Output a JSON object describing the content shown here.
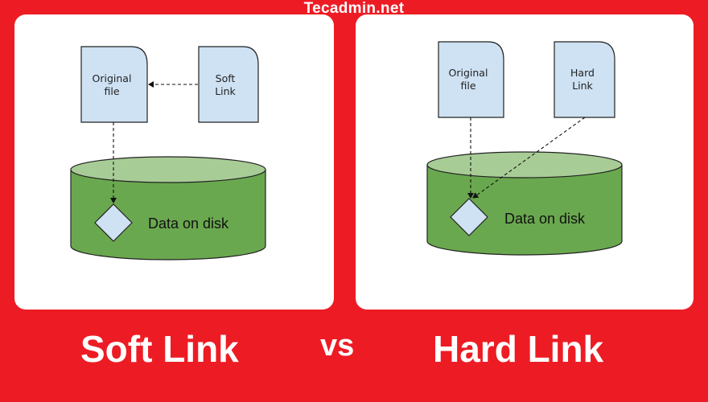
{
  "site": {
    "title": "Tecadmin.net"
  },
  "colors": {
    "background": "#ed1c24",
    "panel": "#ffffff",
    "file_fill": "#cfe2f3",
    "disk_body": "#6aa84f",
    "disk_top": "#a8cc96",
    "diamond_fill": "#cfe2f3"
  },
  "soft_panel": {
    "original_file": [
      "Original",
      "file"
    ],
    "link_file": [
      "Soft",
      "Link"
    ],
    "disk_label": "Data on disk"
  },
  "hard_panel": {
    "original_file": [
      "Original",
      "file"
    ],
    "link_file": [
      "Hard",
      "Link"
    ],
    "disk_label": "Data on disk"
  },
  "footer": {
    "left": "Soft Link",
    "middle": "vs",
    "right": "Hard Link"
  }
}
